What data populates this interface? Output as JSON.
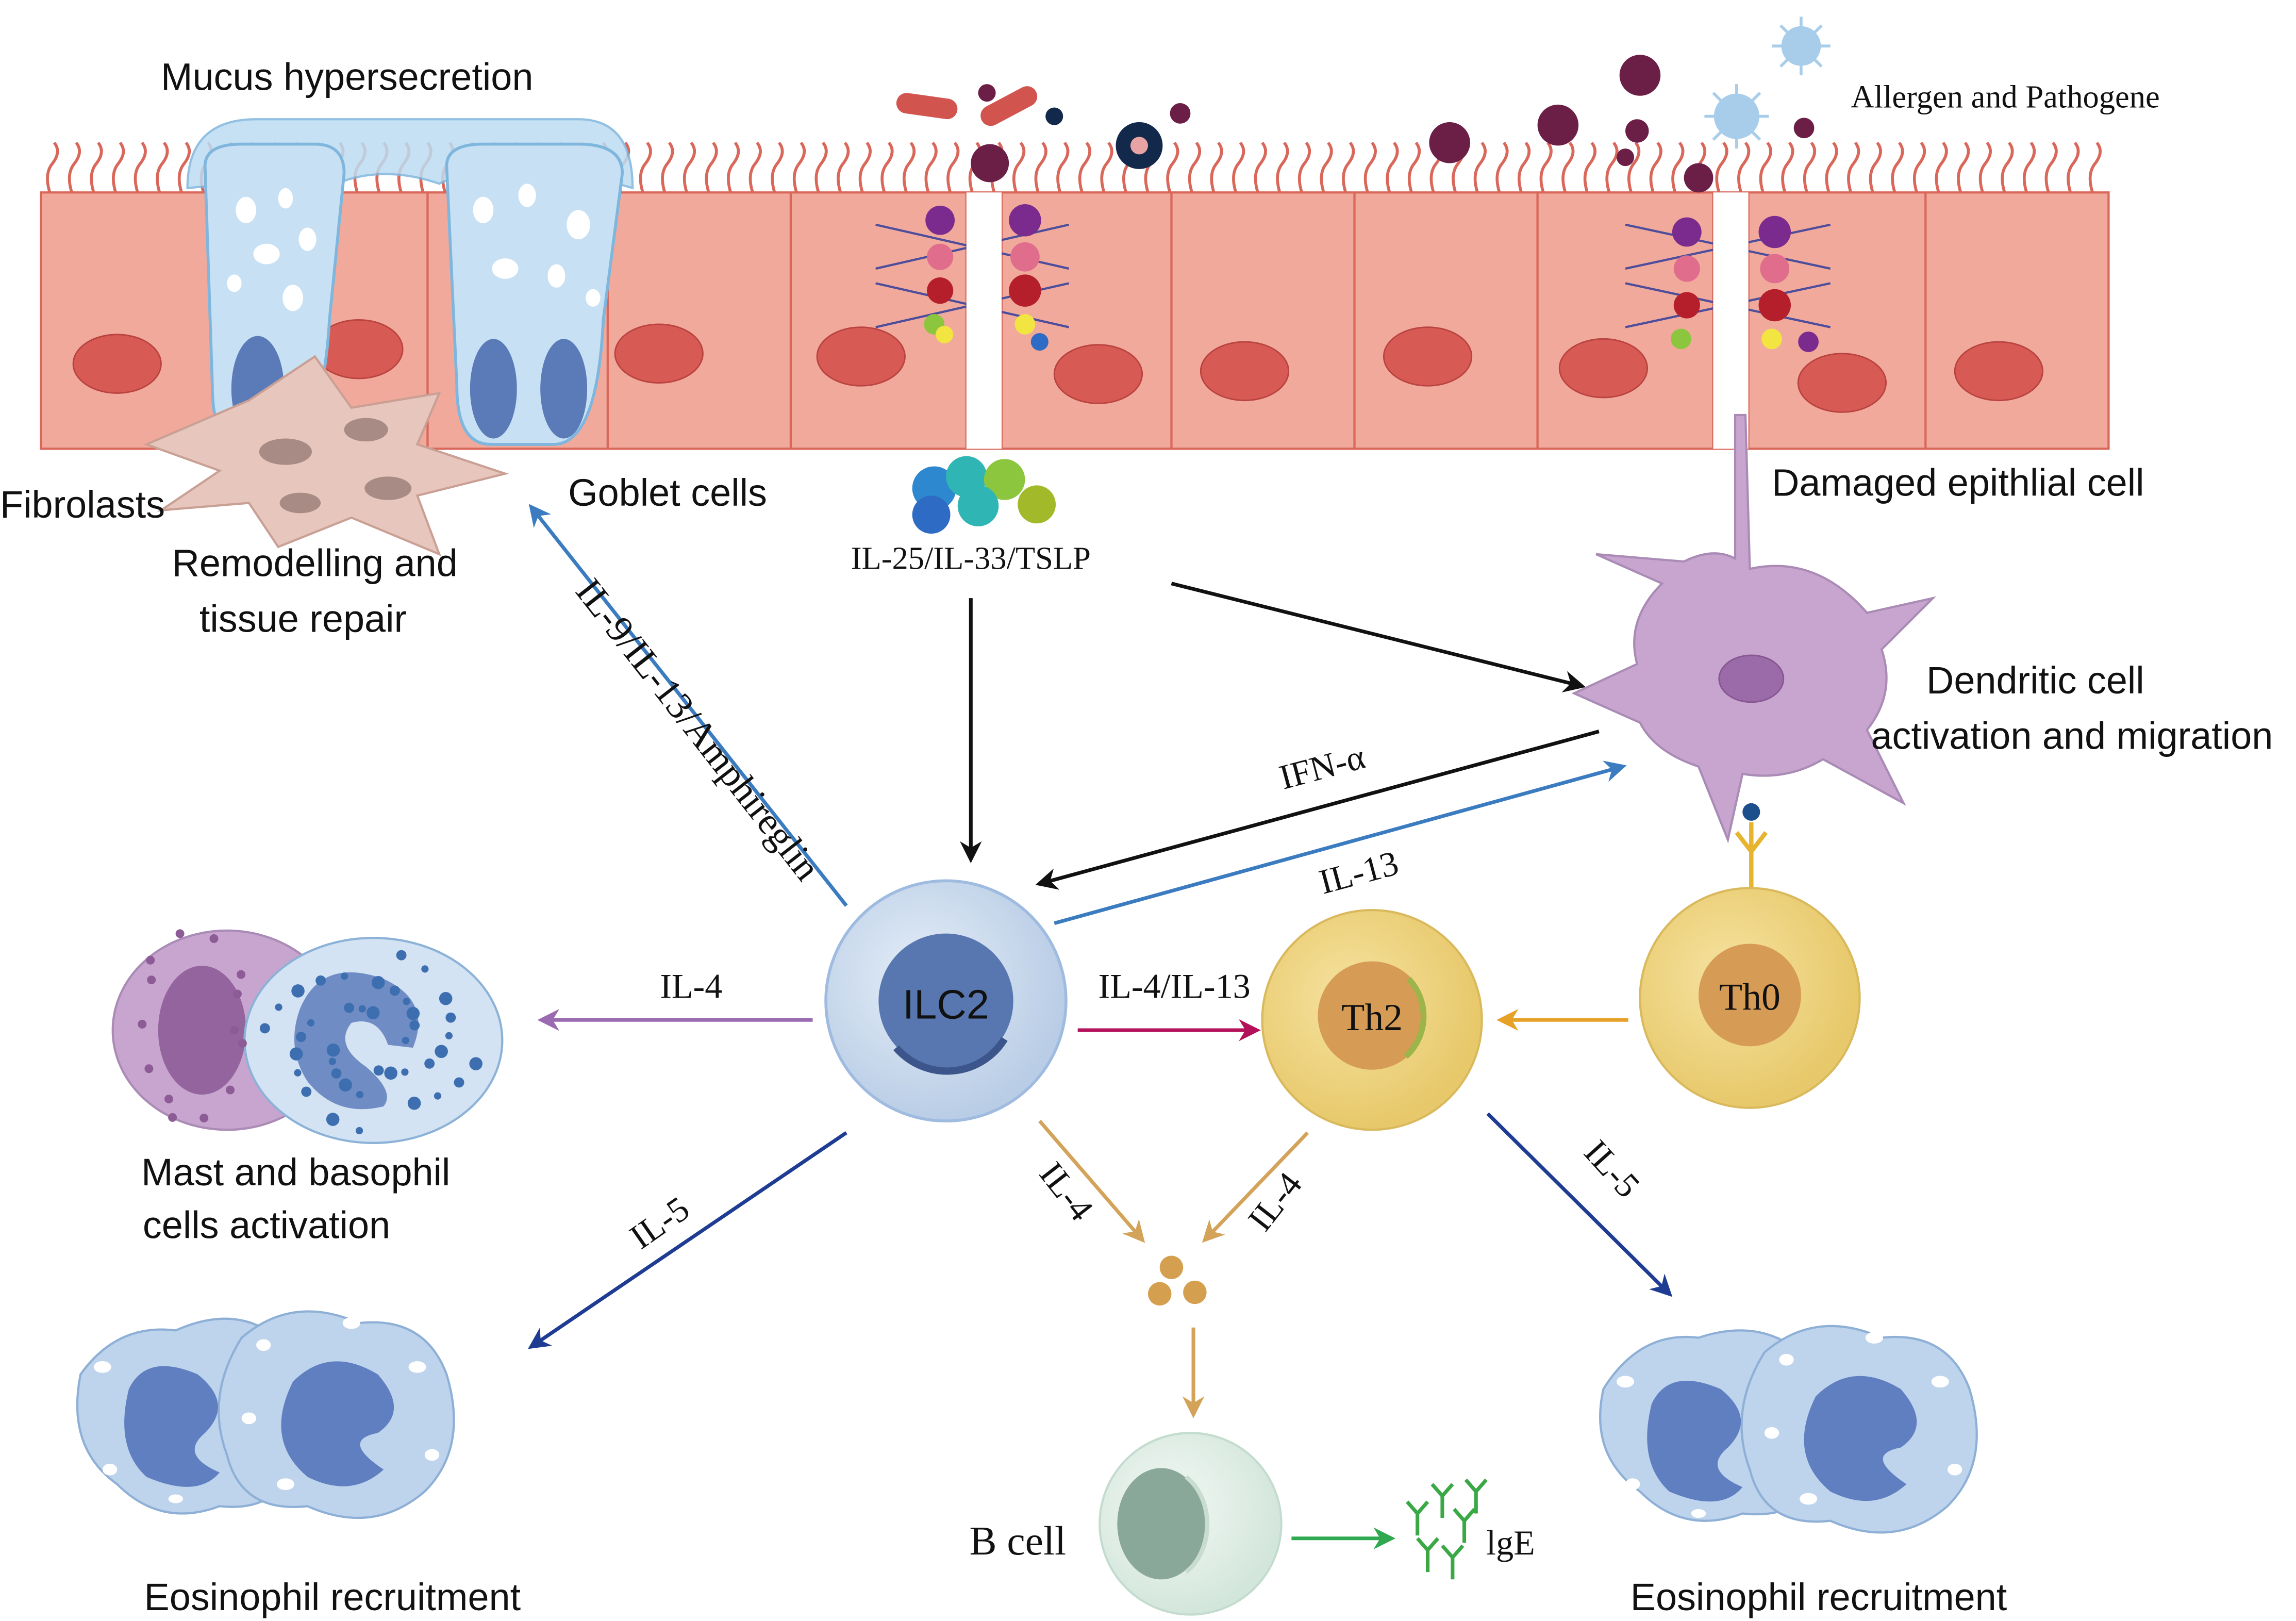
{
  "labels": {
    "mucus": "Mucus hypersecretion",
    "allergen": "Allergen and Pathogene",
    "fibroblasts": "Fibrolasts",
    "goblet": "Goblet cells",
    "remodelling_1": "Remodelling and",
    "remodelling_2": "tissue repair",
    "cytokines": "IL-25/IL-33/TSLP",
    "damaged": "Damaged epithlial cell",
    "dc_1": "Dendritic cell",
    "dc_2": "activation and migration",
    "ifn": "IFN-α",
    "il13_dc": "IL-13",
    "il9": "IL-9/IL-13/Amphireglin",
    "ilc2": "ILC2",
    "th2": "Th2",
    "th0": "Th0",
    "il4_mast": "IL-4",
    "il4_il13": "IL-4/IL-13",
    "mast_1": "Mast and basophil",
    "mast_2": "cells activation",
    "il5_left": "IL-5",
    "il5_right": "IL-5",
    "il4_ilc2_b": "IL-4",
    "il4_th2_b": "IL-4",
    "bcell": "B cell",
    "ige": "lgE",
    "eos_left": "Eosinophil recruitment",
    "eos_right": "Eosinophil recruitment"
  },
  "icons": {
    "epithelium": "epithelial-layer",
    "goblet": "goblet-cell",
    "fibroblast": "fibroblast",
    "allergen": "allergen-particles",
    "virus": "virus-icon",
    "dendritic": "dendritic-cell",
    "mast": "mast-basophil-cells",
    "eosinophil": "eosinophil",
    "antibody": "antibody-icon"
  },
  "colors": {
    "epithelium": "#f1a99c",
    "epithelium_edge": "#d9675a",
    "nucleus": "#d85a55",
    "mucus": "#bcdcf2",
    "ilc2_outer": "#c9daed",
    "ilc2_inner": "#5877b0",
    "th": "#ecd27e",
    "th_inner": "#d69b55",
    "dc": "#c8a5cf",
    "arrow_black": "#111111",
    "arrow_blue": "#3b7bc0",
    "arrow_navy": "#1f3c93",
    "arrow_purple": "#9a6bb0",
    "arrow_magenta": "#b3125a",
    "arrow_orange": "#e6a128",
    "arrow_tan": "#d4a35a",
    "arrow_green": "#2fa84f"
  }
}
